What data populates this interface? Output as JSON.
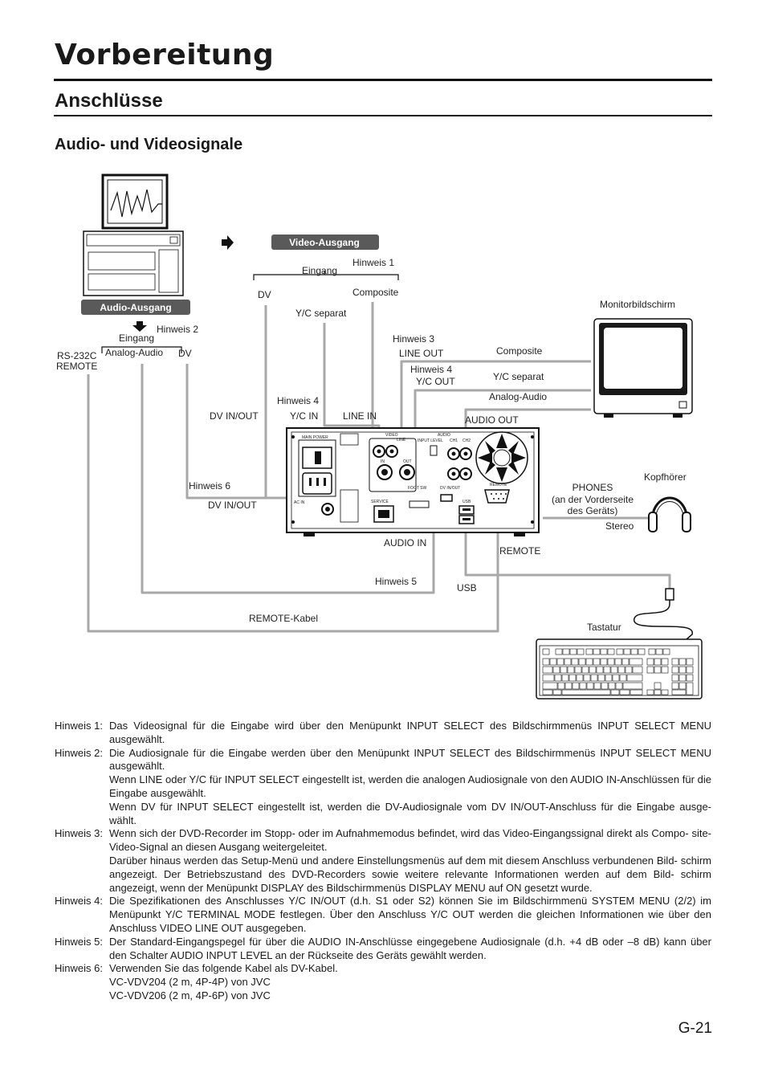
{
  "header": {
    "chapter_title": "Vorbereitung",
    "section_title": "Anschlüsse",
    "subsection_title": "Audio- und Videosignale"
  },
  "diagram": {
    "tags": {
      "video_ausgang": "Video-Ausgang",
      "audio_ausgang": "Audio-Ausgang"
    },
    "labels": {
      "eingang_top": "Eingang",
      "hinweis1": "Hinweis 1",
      "dv_top": "DV",
      "composite_top": "Composite",
      "yc_separat_top": "Y/C separat",
      "monitorbildschirm": "Monitorbildschirm",
      "eingang_left": "Eingang",
      "hinweis2": "Hinweis 2",
      "rs232c": "RS-232C",
      "remote_left": "REMOTE",
      "analog_audio_left": "Analog-Audio",
      "dv_left": "DV",
      "hinweis3": "Hinweis 3",
      "line_out": "LINE OUT",
      "composite_right": "Composite",
      "hinweis4_right": "Hinweis 4",
      "yc_out": "Y/C OUT",
      "yc_separat_right": "Y/C separat",
      "analog_audio_right": "Analog-Audio",
      "hinweis4_left": "Hinweis 4",
      "dv_in_out_top": "DV IN/OUT",
      "yc_in": "Y/C IN",
      "line_in": "LINE IN",
      "audio_out": "AUDIO OUT",
      "kopfhoerer": "Kopfhörer",
      "hinweis6": "Hinweis 6",
      "phones": "PHONES",
      "phones_note1": "(an der Vorderseite",
      "phones_note2": "des Geräts)",
      "dv_in_out_bottom": "DV IN/OUT",
      "stereo": "Stereo",
      "audio_in": "AUDIO IN",
      "remote_bottom": "REMOTE",
      "hinweis5": "Hinweis 5",
      "usb": "USB",
      "remote_kabel": "REMOTE-Kabel",
      "tastatur": "Tastatur"
    },
    "panel_labels": {
      "main_power": "MAIN POWER",
      "video": "VIDEO",
      "line": "LINE",
      "audio": "AUDIO",
      "input_level": "INPUT LEVEL",
      "ch1": "CH1",
      "ch2": "CH2",
      "in": "IN",
      "out": "OUT",
      "foot_sw": "FOOT SW",
      "dv_in_out": "DV IN/OUT",
      "remote": "REMOTE",
      "usb": "USB",
      "ac_in": "AC IN",
      "service": "SERVICE"
    },
    "colors": {
      "cable": "#a8a8a8",
      "tag_background": "#5a5a5a",
      "tag_text": "#ffffff"
    }
  },
  "notes": [
    {
      "label": "Hinweis 1:",
      "paragraphs": [
        "Das Videosignal für die Eingabe wird über den Menüpunkt INPUT SELECT des Bildschirmmenüs INPUT SELECT MENU ausgewählt."
      ]
    },
    {
      "label": "Hinweis 2:",
      "paragraphs": [
        "Die Audiosignale für die Eingabe werden über den Menüpunkt INPUT SELECT des Bildschirmmenüs INPUT SELECT MENU ausgewählt.",
        "Wenn LINE oder Y/C für INPUT SELECT eingestellt ist, werden die analogen Audiosignale von den AUDIO IN-Anschlüssen für die Eingabe ausgewählt.",
        "Wenn DV für INPUT SELECT eingestellt ist, werden die DV-Audiosignale vom DV IN/OUT-Anschluss für die Eingabe ausge- wählt."
      ]
    },
    {
      "label": "Hinweis 3:",
      "paragraphs": [
        "Wenn sich der DVD-Recorder im Stopp- oder im Aufnahmemodus befindet, wird das Video-Eingangssignal direkt als Compo- site-Video-Signal an diesen Ausgang weitergeleitet.",
        "Darüber hinaus werden das Setup-Menü und andere Einstellungsmenüs auf dem mit diesem Anschluss verbundenen Bild- schirm angezeigt. Der Betriebszustand des DVD-Recorders sowie weitere relevante Informationen werden auf dem Bild- schirm angezeigt, wenn der Menüpunkt DISPLAY des Bildschirmmenüs DISPLAY MENU auf ON gesetzt wurde."
      ]
    },
    {
      "label": "Hinweis 4:",
      "paragraphs": [
        "Die Spezifikationen des Anschlusses Y/C IN/OUT (d.h. S1 oder S2) können Sie im Bildschirmmenü SYSTEM MENU (2/2) im Menüpunkt Y/C TERMINAL MODE festlegen. Über den Anschluss Y/C OUT werden die gleichen Informationen wie über den Anschluss VIDEO LINE OUT ausgegeben."
      ]
    },
    {
      "label": "Hinweis 5:",
      "paragraphs": [
        "Der Standard-Eingangspegel für über die AUDIO IN-Anschlüsse eingegebene Audiosignale (d.h. +4 dB oder –8 dB) kann über den Schalter AUDIO INPUT LEVEL an der Rückseite des Geräts gewählt werden."
      ]
    },
    {
      "label": "Hinweis 6:",
      "paragraphs": [
        "Verwenden Sie das folgende Kabel als DV-Kabel.",
        "VC-VDV204 (2 m, 4P-4P) von JVC",
        "VC-VDV206 (2 m, 4P-6P) von JVC"
      ]
    }
  ],
  "footer": {
    "page_number": "G-21"
  }
}
